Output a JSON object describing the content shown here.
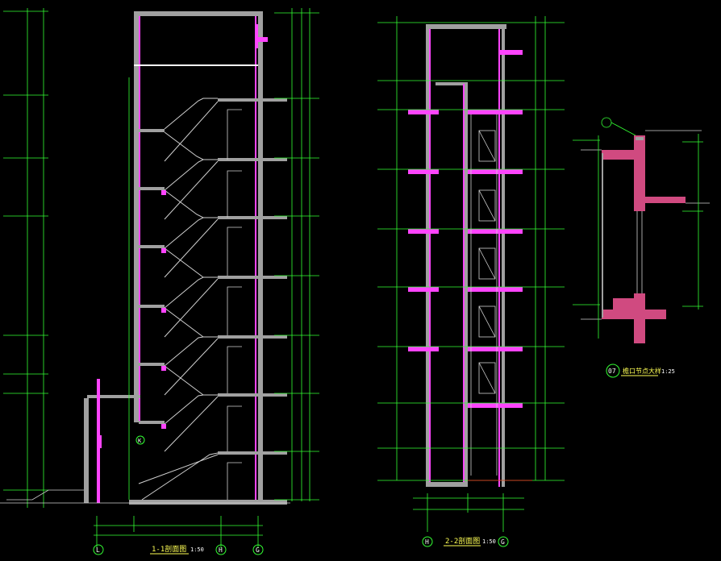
{
  "title_left": "1-1剖面图",
  "scale_left": "1:50",
  "title_mid": "2-2剖面图",
  "scale_mid": "1:50",
  "detail_num": "07",
  "detail_title": "檐口节点大样",
  "detail_scale": "1:25",
  "axes_left": [
    "L",
    "H",
    "G"
  ],
  "axes_mid": [
    "H",
    "G"
  ],
  "callout_k": "K",
  "colors": {
    "wall": "#a0a0a0",
    "accent": "#ff44ff",
    "dim": "#33ff33",
    "text": "#ffffff",
    "hatch": "#ff4488"
  }
}
